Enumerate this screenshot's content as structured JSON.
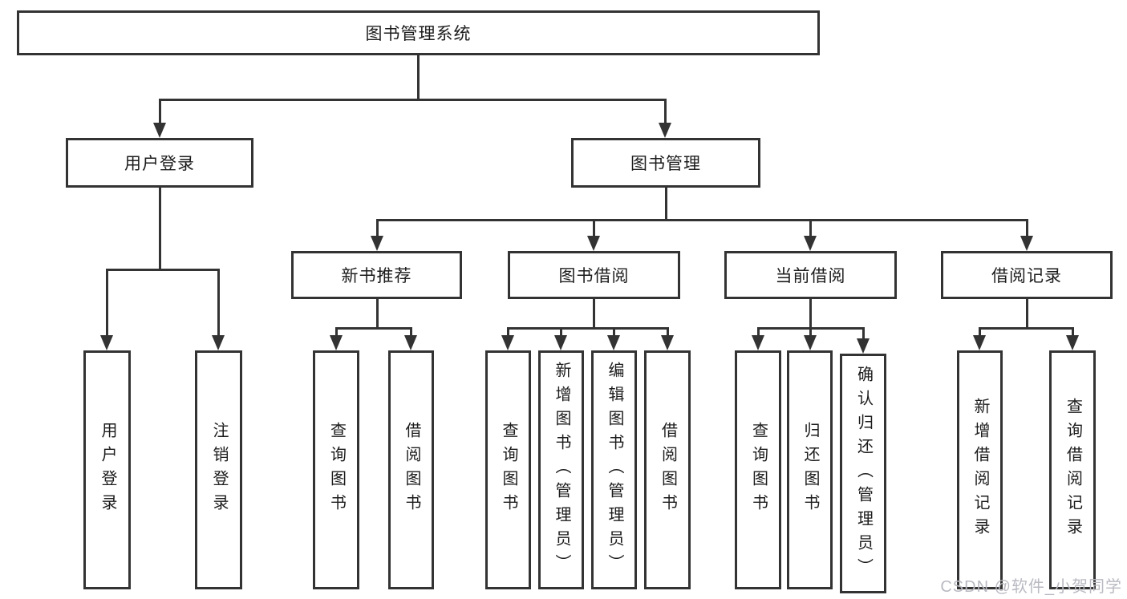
{
  "diagram": {
    "root": {
      "label": "图书管理系统"
    },
    "level2": [
      {
        "label": "用户登录"
      },
      {
        "label": "图书管理"
      }
    ],
    "level3": [
      {
        "label": "新书推荐"
      },
      {
        "label": "图书借阅"
      },
      {
        "label": "当前借阅"
      },
      {
        "label": "借阅记录"
      }
    ],
    "leaves": {
      "user_login": [
        "用户登录",
        "注销登录"
      ],
      "new_book": [
        "查询图书",
        "借阅图书"
      ],
      "book_borrow": [
        "查询图书",
        "新增图书（管理员）",
        "编辑图书（管理员）",
        "借阅图书"
      ],
      "current_borrow": [
        "查询图书",
        "归还图书",
        "确认归还（管理员）"
      ],
      "borrow_record": [
        "新增借阅记录",
        "查询借阅记录"
      ]
    },
    "colors": {
      "line": "#333333",
      "text": "#1c1c1c",
      "background": "#ffffff",
      "watermark": "#b9bac2"
    }
  },
  "watermark": {
    "text": "CSDN @软件_小贺同学"
  }
}
